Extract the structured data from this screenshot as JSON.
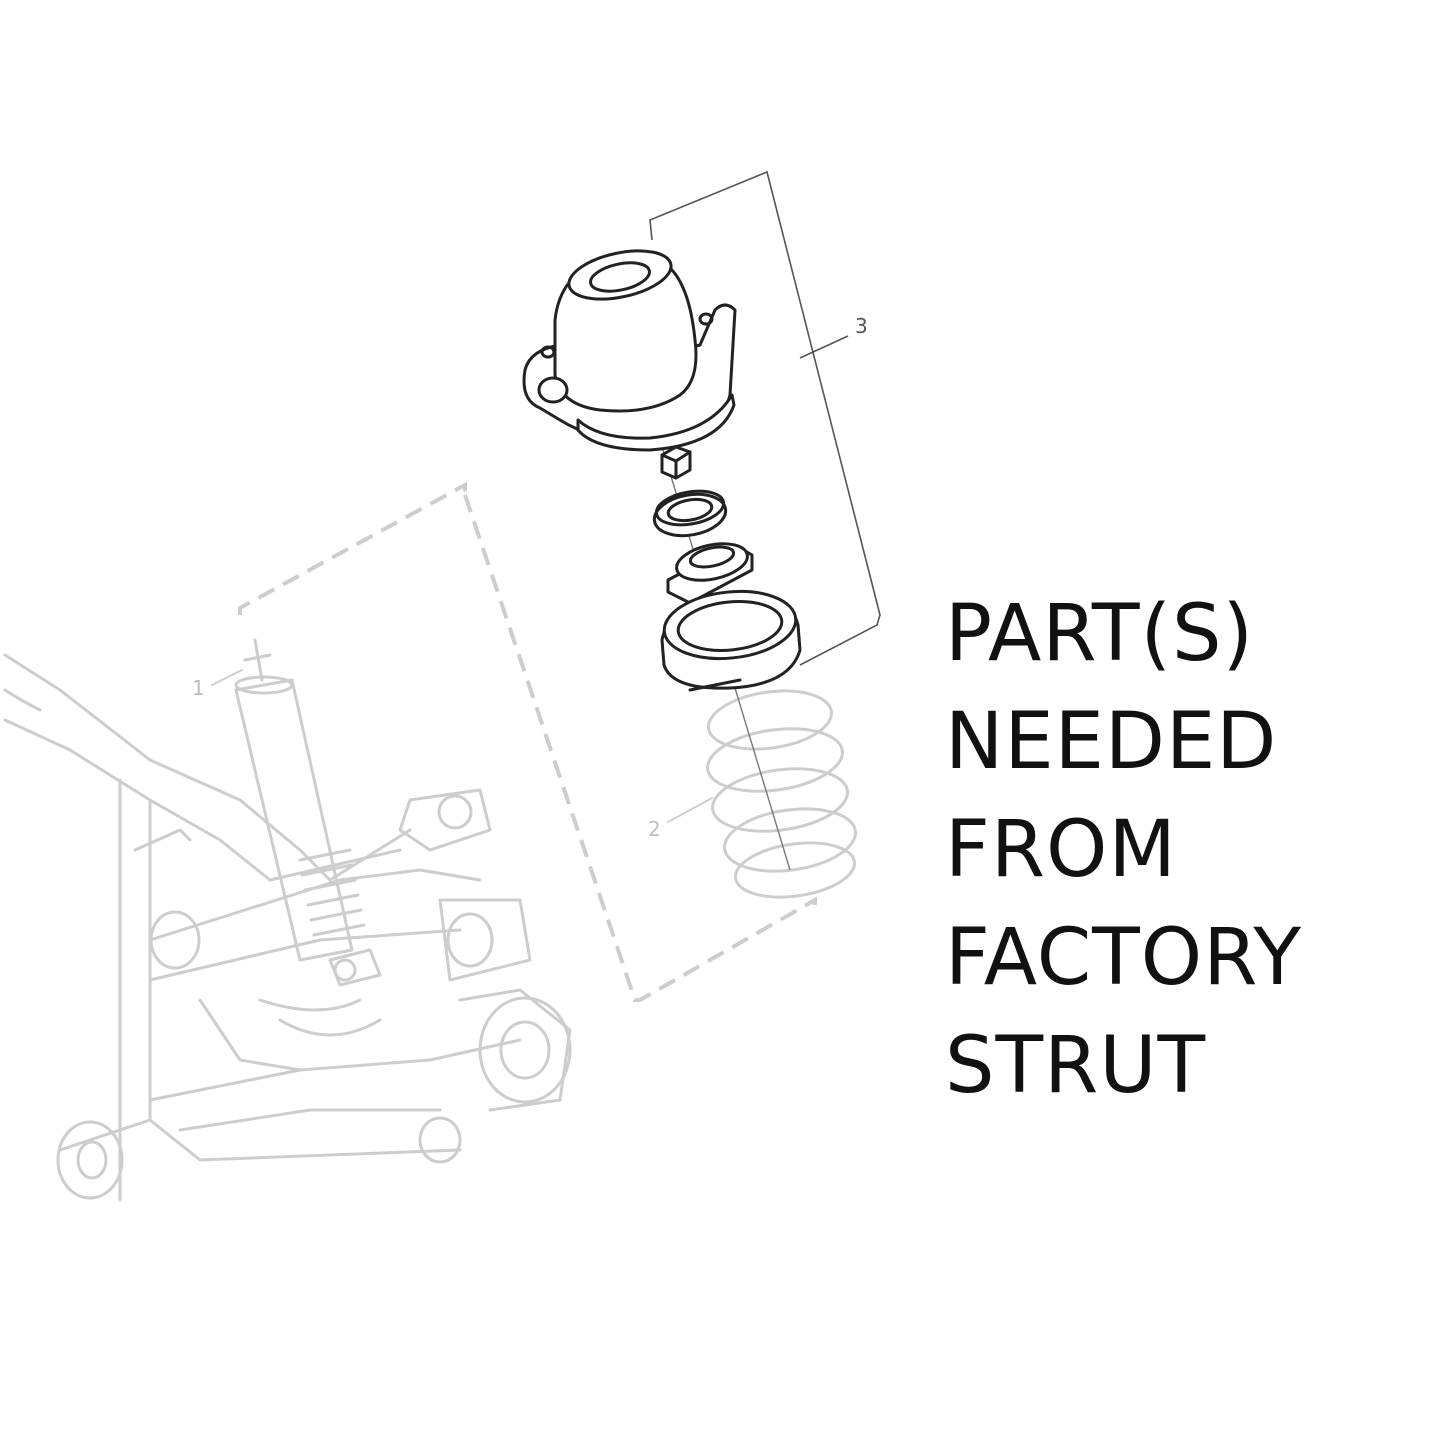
{
  "diagram": {
    "callouts": {
      "shock_absorber": "1",
      "coil_spring": "2",
      "top_mount_assembly": "3"
    },
    "colors": {
      "faded_parts": "#cdcdcd",
      "highlighted_parts": "#222222",
      "caption_text": "#111111"
    }
  },
  "caption": {
    "lines": [
      "PART(S)",
      "NEEDED",
      "FROM",
      "FACTORY",
      "STRUT"
    ]
  }
}
